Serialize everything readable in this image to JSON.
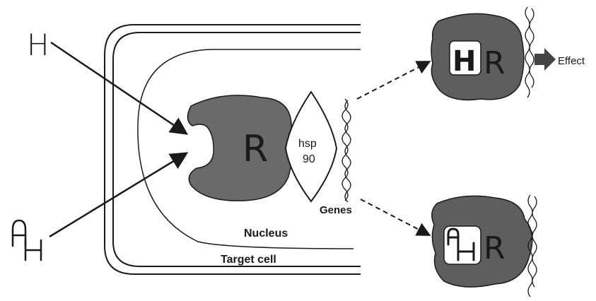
{
  "labels": {
    "hormone": "H",
    "antagonist": "AH",
    "receptor": "R",
    "hsp_top": "hsp",
    "hsp_bottom": "90",
    "genes": "Genes",
    "nucleus": "Nucleus",
    "target_cell": "Target cell",
    "effect": "Effect",
    "complex_hormone": "H",
    "complex_receptor_top": "R",
    "complex_receptor_bottom": "R"
  },
  "colors": {
    "receptor_fill": "#6a6a6a",
    "complex_fill": "#5e5e5e",
    "line": "#1a1a1a",
    "background": "#ffffff"
  }
}
